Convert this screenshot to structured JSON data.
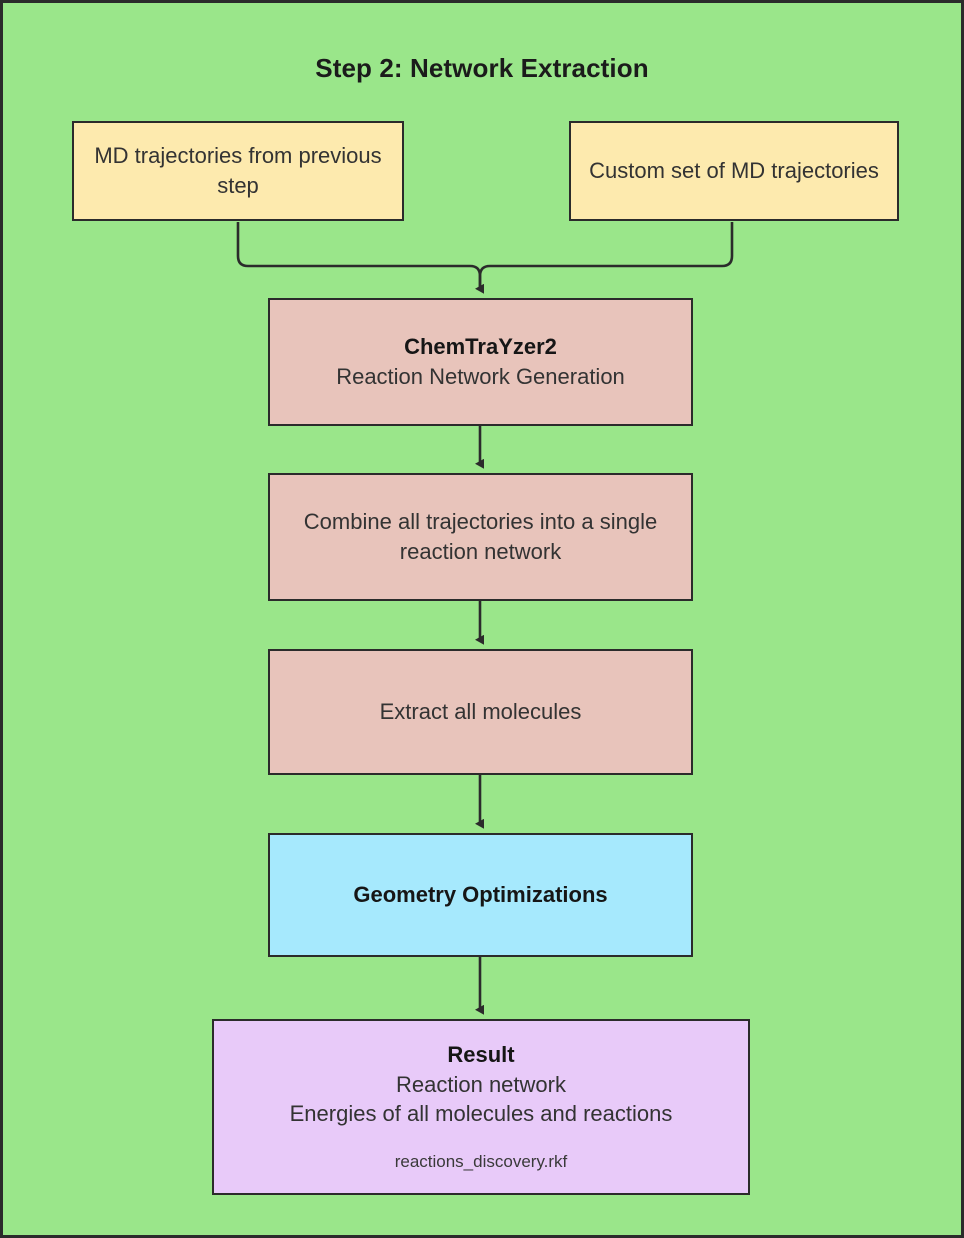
{
  "diagram": {
    "title": "Step 2: Network Extraction",
    "background_color": "#9ae68a",
    "border_color": "#2b2b2b",
    "edge_color": "#2b2b2b"
  },
  "nodes": {
    "md_previous": {
      "label": "MD trajectories from previous step",
      "fill": "#fdeaae"
    },
    "md_custom": {
      "label": "Custom set of MD trajectories",
      "fill": "#fdeaae"
    },
    "chemtrayzer": {
      "title": "ChemTraYzer2",
      "subtitle": "Reaction Network Generation",
      "fill": "#e8c4bb"
    },
    "combine": {
      "label": "Combine all trajectories into a single reaction network",
      "fill": "#e8c4bb"
    },
    "extract": {
      "label": "Extract all molecules",
      "fill": "#e8c4bb"
    },
    "geometry": {
      "title": "Geometry Optimizations",
      "fill": "#a6e9fd"
    },
    "result": {
      "title": "Result",
      "line1": "Reaction network",
      "line2": "Energies of all molecules and reactions",
      "file": "reactions_discovery.rkf",
      "fill": "#e8caf9"
    }
  }
}
